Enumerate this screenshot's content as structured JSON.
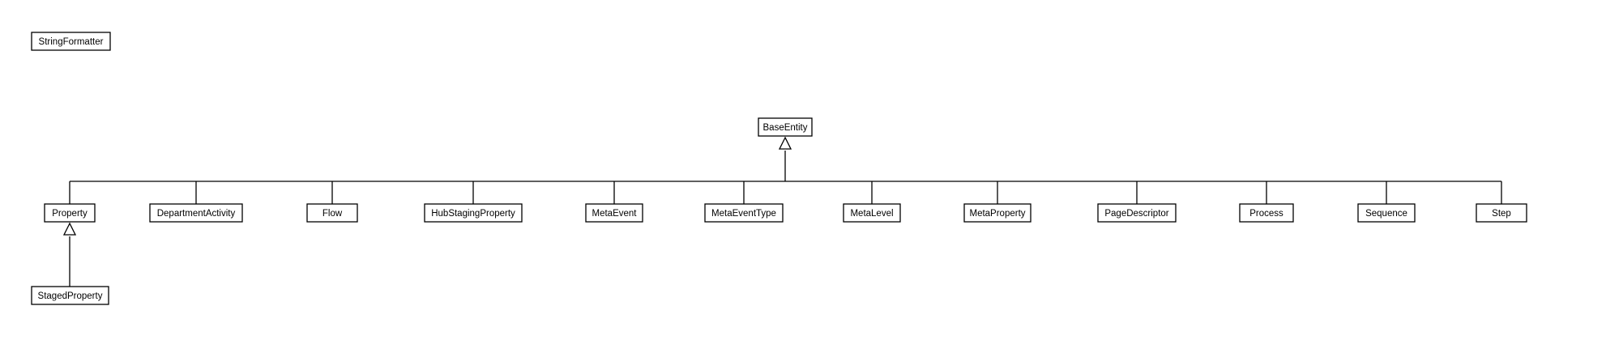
{
  "diagram": {
    "standalone_class": "StringFormatter",
    "base_class": "BaseEntity",
    "subclasses": [
      "Property",
      "DepartmentActivity",
      "Flow",
      "HubStagingProperty",
      "MetaEvent",
      "MetaEventType",
      "MetaLevel",
      "MetaProperty",
      "PageDescriptor",
      "Process",
      "Sequence",
      "Step"
    ],
    "sub_subclass": {
      "parent": "Property",
      "name": "StagedProperty"
    }
  },
  "colors": {
    "background": "#ffffff",
    "stroke": "#000000",
    "text": "#000000"
  }
}
